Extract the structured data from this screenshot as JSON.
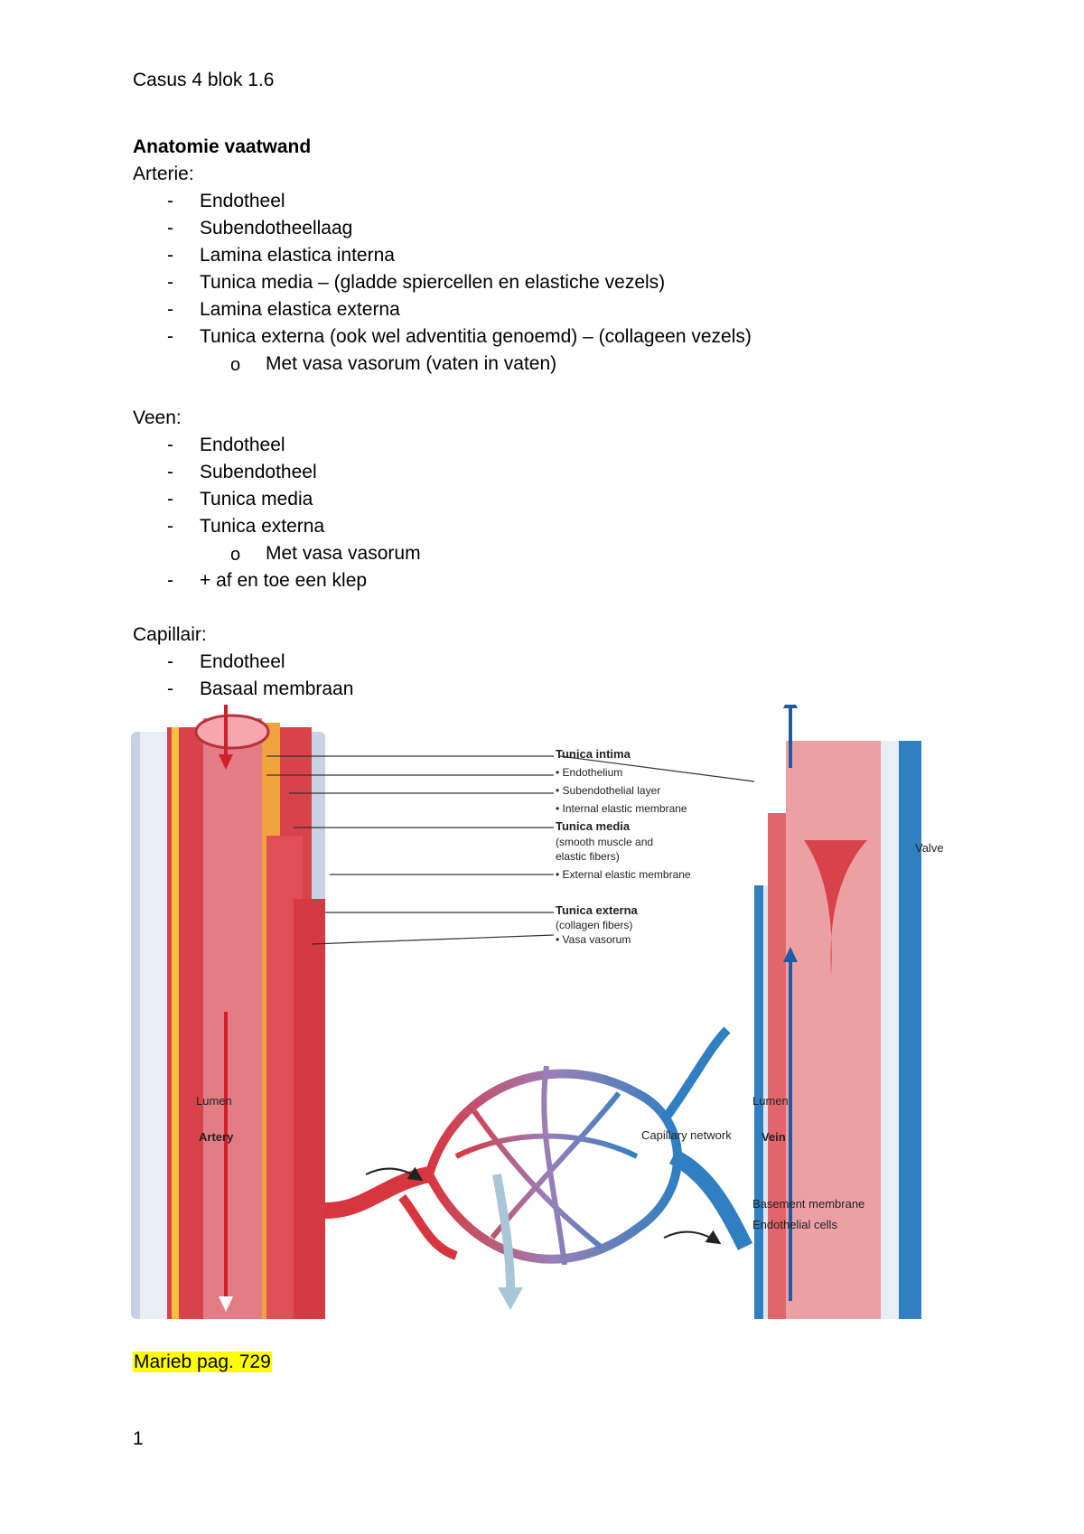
{
  "header": "Casus 4 blok 1.6",
  "section_title": "Anatomie vaatwand",
  "artery": {
    "title": "Arterie:",
    "items": [
      "Endotheel",
      "Subendotheellaag",
      "Lamina elastica interna",
      "Tunica media – (gladde spiercellen en elastiche vezels)",
      "Lamina elastica externa",
      "Tunica externa (ook wel adventitia genoemd) – (collageen vezels)"
    ],
    "sub_item": "Met vasa vasorum (vaten in vaten)"
  },
  "vein": {
    "title": "Veen:",
    "items": [
      "Endotheel",
      "Subendotheel",
      "Tunica media",
      "Tunica externa"
    ],
    "sub_item": "Met vasa vasorum",
    "extra": "+ af en toe een klep"
  },
  "capillary": {
    "title": "Capillair:",
    "items": [
      "Endotheel",
      "Basaal membraan"
    ]
  },
  "figure": {
    "tunica_intima": "Tunica intima",
    "endothelium": "• Endothelium",
    "subendothelial": "• Subendothelial layer",
    "internal_elastic": "• Internal elastic membrane",
    "tunica_media": "Tunica media",
    "media_desc1": "(smooth muscle and",
    "media_desc2": "elastic fibers)",
    "external_elastic": "• External elastic membrane",
    "tunica_externa": "Tunica externa",
    "externa_desc": "(collagen fibers)",
    "vasa_vasorum": "• Vasa vasorum",
    "valve": "Valve",
    "lumen_artery": "Lumen",
    "lumen_vein": "Lumen",
    "artery": "Artery",
    "vein": "Vein",
    "capillary_network": "Capillary network",
    "basement_membrane": "Basement membrane",
    "endothelial_cells": "Endothelial cells"
  },
  "reference": "Marieb pag. 729",
  "page_number": "1"
}
